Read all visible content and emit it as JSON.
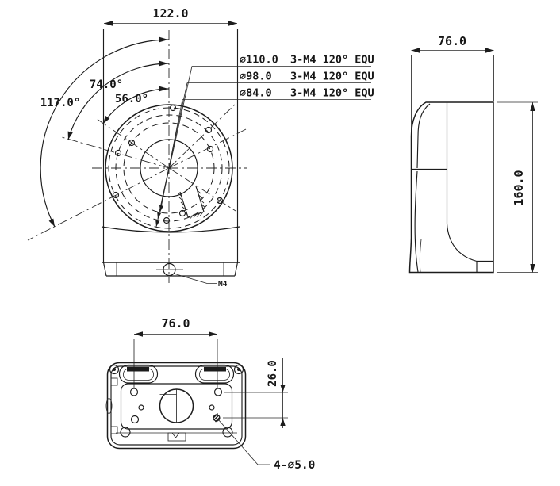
{
  "drawing": {
    "colors": {
      "line": "#1c1c1c",
      "background": "#ffffff"
    },
    "front": {
      "dim_width": "122.0",
      "angles": [
        "117.0°",
        "74.0°",
        "56.0°"
      ],
      "bolt_labels": [
        {
          "dia": "∅110.0",
          "spec": "3-M4 120° EQU"
        },
        {
          "dia": "∅98.0",
          "spec": "3-M4 120° EQU"
        },
        {
          "dia": "∅84.0",
          "spec": "3-M4 120° EQU"
        }
      ],
      "thread_label": "M4"
    },
    "side": {
      "dim_width": "76.0",
      "dim_height": "160.0"
    },
    "bottom": {
      "dim_width": "76.0",
      "dim_offset": "26.0",
      "hole_label": "4-∅5.0"
    }
  }
}
